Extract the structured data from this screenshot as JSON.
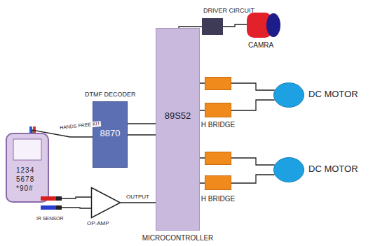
{
  "diagram": {
    "nodes": [
      {
        "text": [
          "DRIVER CIRCUIT"
        ]
      },
      {
        "text": [
          "CAMRA"
        ]
      },
      {
        "text": [
          "DTMF DECODER",
          "8870"
        ]
      },
      {
        "text": [
          "89S52",
          "MICROCONTROLLER"
        ]
      },
      {
        "text": [
          "H BRIDGE"
        ]
      },
      {
        "text": [
          "DC MOTOR"
        ]
      },
      {
        "text": [
          "H BRIDGE"
        ]
      },
      {
        "text": [
          "DC MOTOR"
        ]
      },
      {
        "text": [
          "1234",
          "5678",
          "*90#"
        ]
      },
      {
        "text": [
          "IR SENSOR"
        ]
      },
      {
        "text": [
          "OP-AMP"
        ]
      }
    ],
    "edges": [
      {
        "from": 3,
        "to": 0,
        "arrow": "none"
      },
      {
        "from": 0,
        "to": 1,
        "arrow": "none"
      },
      {
        "from": 8,
        "to": 2,
        "label": "HANDS FREE KIT",
        "arrow": "none"
      },
      {
        "from": 2,
        "to": 3,
        "arrow": "none"
      },
      {
        "from": 3,
        "to": 4,
        "arrow": "none"
      },
      {
        "from": 4,
        "to": 5,
        "arrow": "none"
      },
      {
        "from": 3,
        "to": 6,
        "arrow": "none"
      },
      {
        "from": 6,
        "to": 7,
        "arrow": "none"
      },
      {
        "from": 9,
        "to": 10,
        "arrow": "none"
      },
      {
        "from": 10,
        "to": 3,
        "label": "OUTPUT",
        "arrow": "none"
      }
    ]
  }
}
